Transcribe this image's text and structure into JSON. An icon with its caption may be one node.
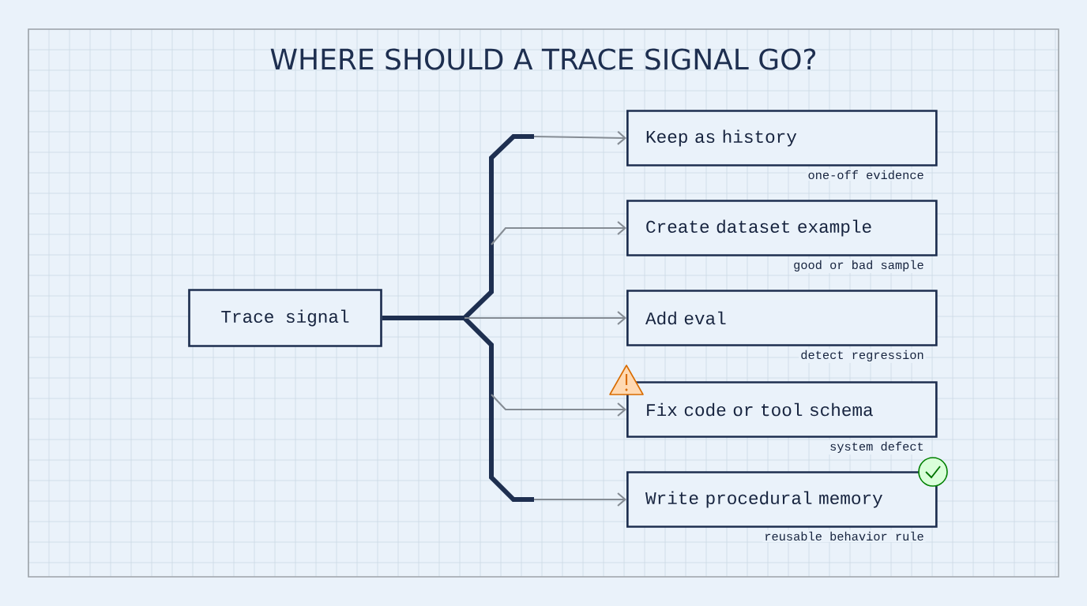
{
  "diagram": {
    "title": "WHERE SHOULD A TRACE SIGNAL GO?",
    "nodes": [
      {
        "text": [
          "Trace signal"
        ]
      },
      {
        "text": [
          "Keep as history"
        ],
        "beside": [
          "one-off evidence"
        ]
      },
      {
        "text": [
          "Create dataset example"
        ],
        "beside": [
          "good or bad sample"
        ]
      },
      {
        "text": [
          "Add eval"
        ],
        "beside": [
          "detect regression"
        ]
      },
      {
        "text": [
          "Fix code or tool schema"
        ],
        "beside": [
          "system defect"
        ]
      },
      {
        "text": [
          "Write procedural memory"
        ],
        "beside": [
          "reusable behavior rule"
        ]
      }
    ],
    "edges": [
      {
        "from": 0,
        "to": 1,
        "arrow": "to"
      },
      {
        "from": 0,
        "to": 2,
        "arrow": "to"
      },
      {
        "from": 0,
        "to": 3,
        "arrow": "to"
      },
      {
        "from": 0,
        "to": 4,
        "arrow": "to"
      },
      {
        "from": 0,
        "to": 5,
        "arrow": "to"
      }
    ]
  }
}
